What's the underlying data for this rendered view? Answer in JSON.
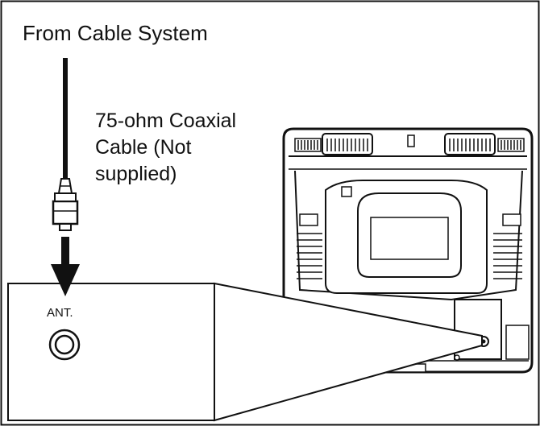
{
  "diagram": {
    "source_label": "From Cable System",
    "cable_label_lines": [
      "75-ohm Coaxial",
      "Cable (Not",
      "supplied)"
    ],
    "port_label": "ANT.",
    "colors": {
      "stroke": "#111111",
      "background": "#ffffff",
      "fill_grey": "#d9d9d9"
    }
  }
}
